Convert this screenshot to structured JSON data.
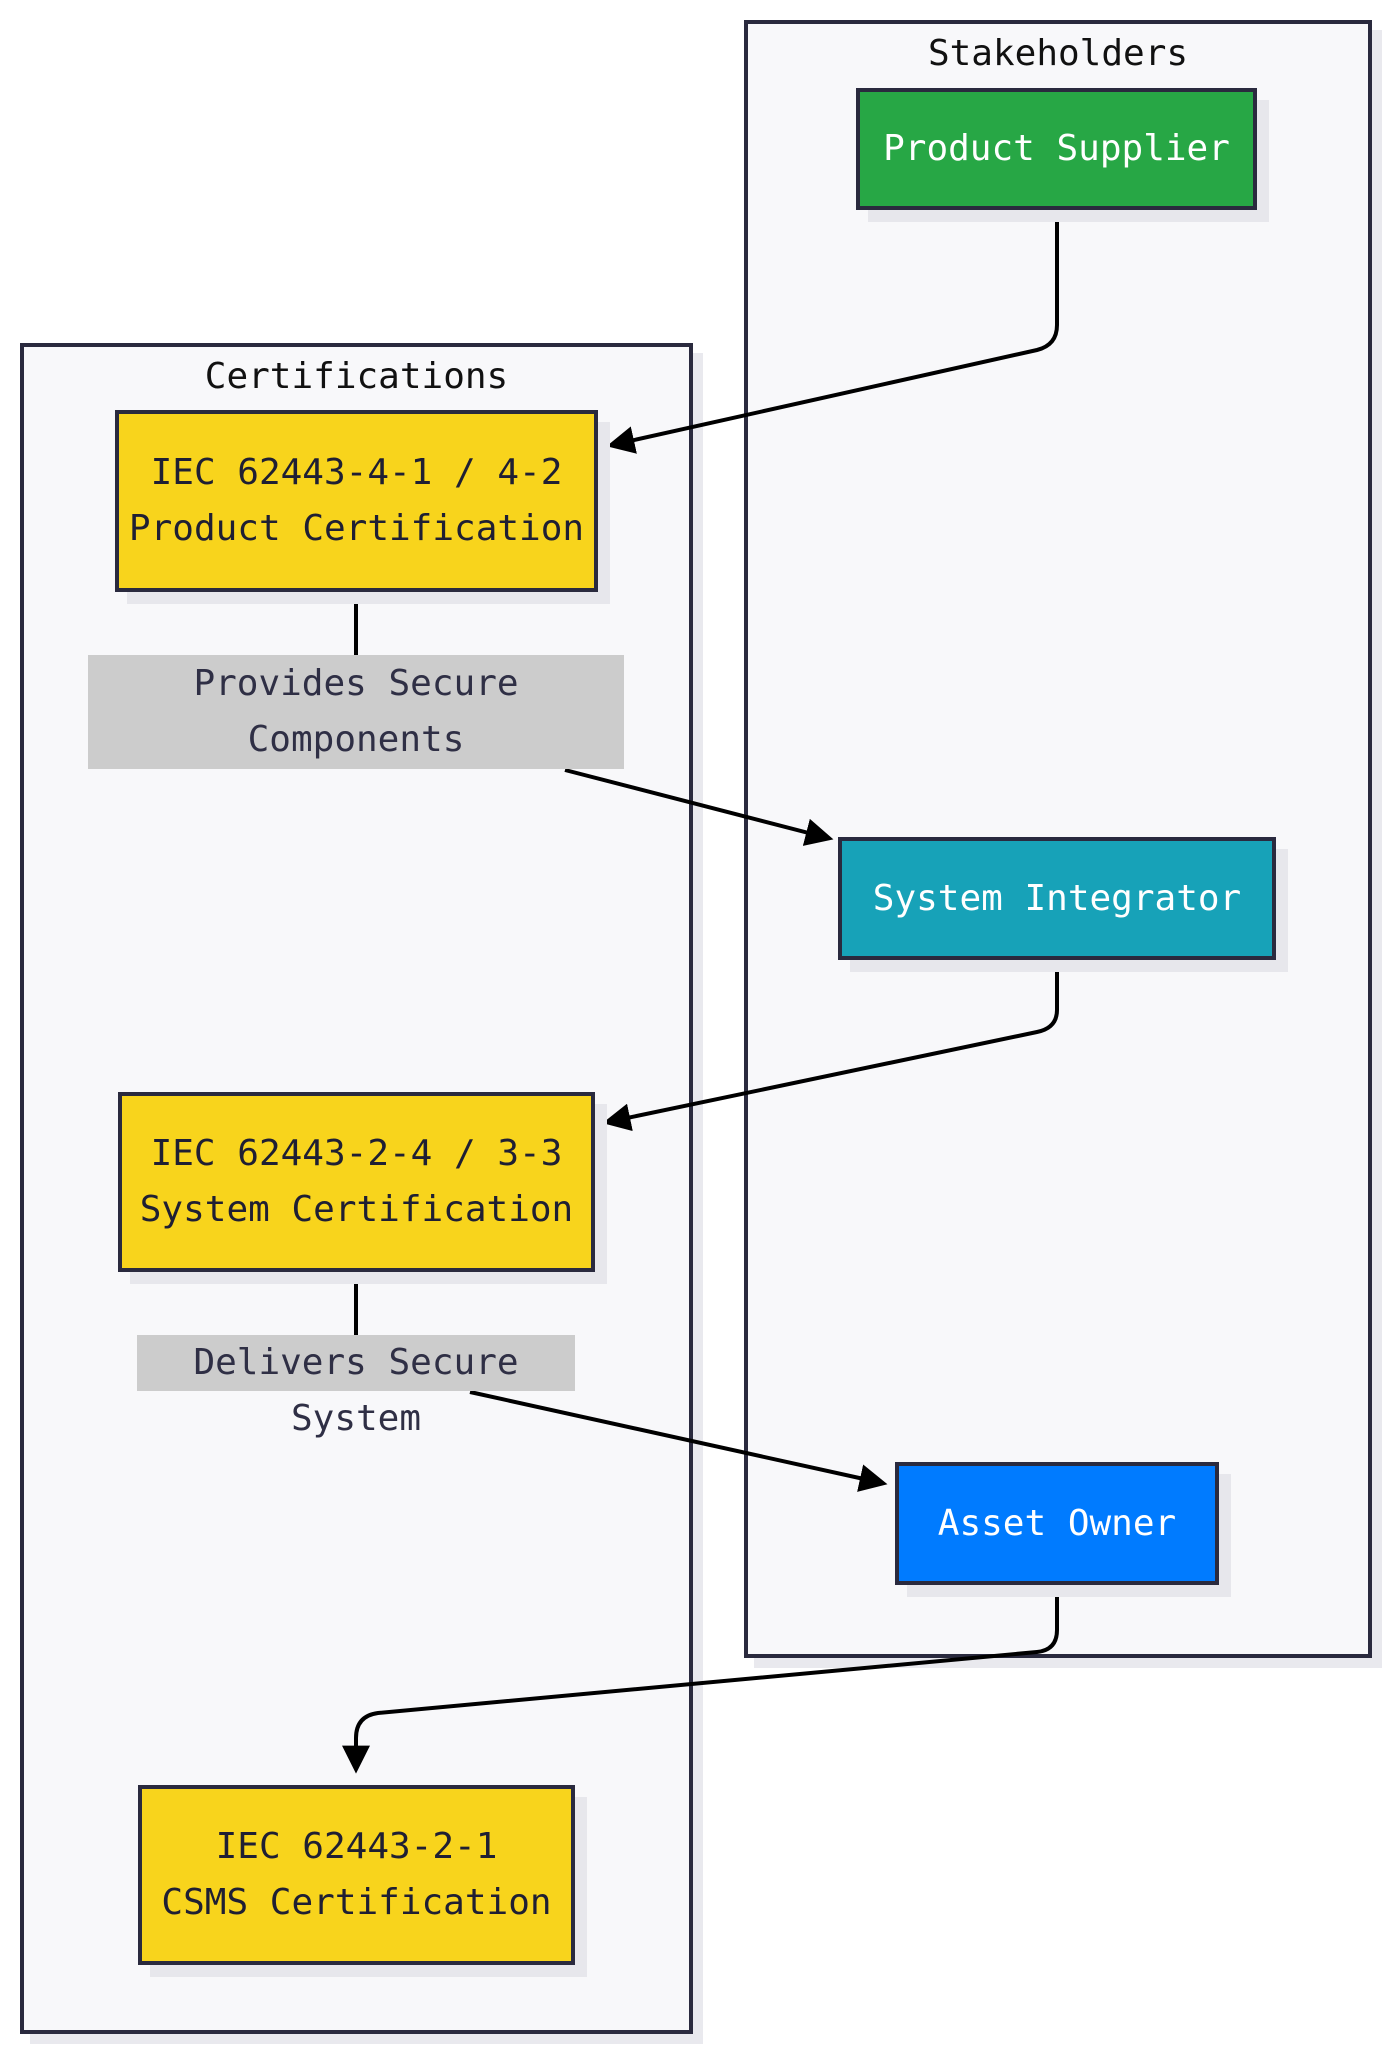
{
  "clusters": {
    "stakeholders": {
      "title": "Stakeholders"
    },
    "certifications": {
      "title": "Certifications"
    }
  },
  "nodes": {
    "product_supplier": "Product Supplier",
    "system_integrator": "System Integrator",
    "asset_owner": "Asset Owner",
    "product_cert": "IEC 62443-4-1 / 4-2\nProduct Certification",
    "system_cert": "IEC 62443-2-4 / 3-3\nSystem Certification",
    "csms_cert": "IEC 62443-2-1\nCSMS Certification"
  },
  "edge_labels": {
    "provides": "Provides Secure\nComponents",
    "delivers": "Delivers Secure System"
  },
  "colors": {
    "certification": "#f8d41c",
    "product_supplier": "#27a745",
    "system_integrator": "#17a2b8",
    "asset_owner": "#007bff"
  }
}
